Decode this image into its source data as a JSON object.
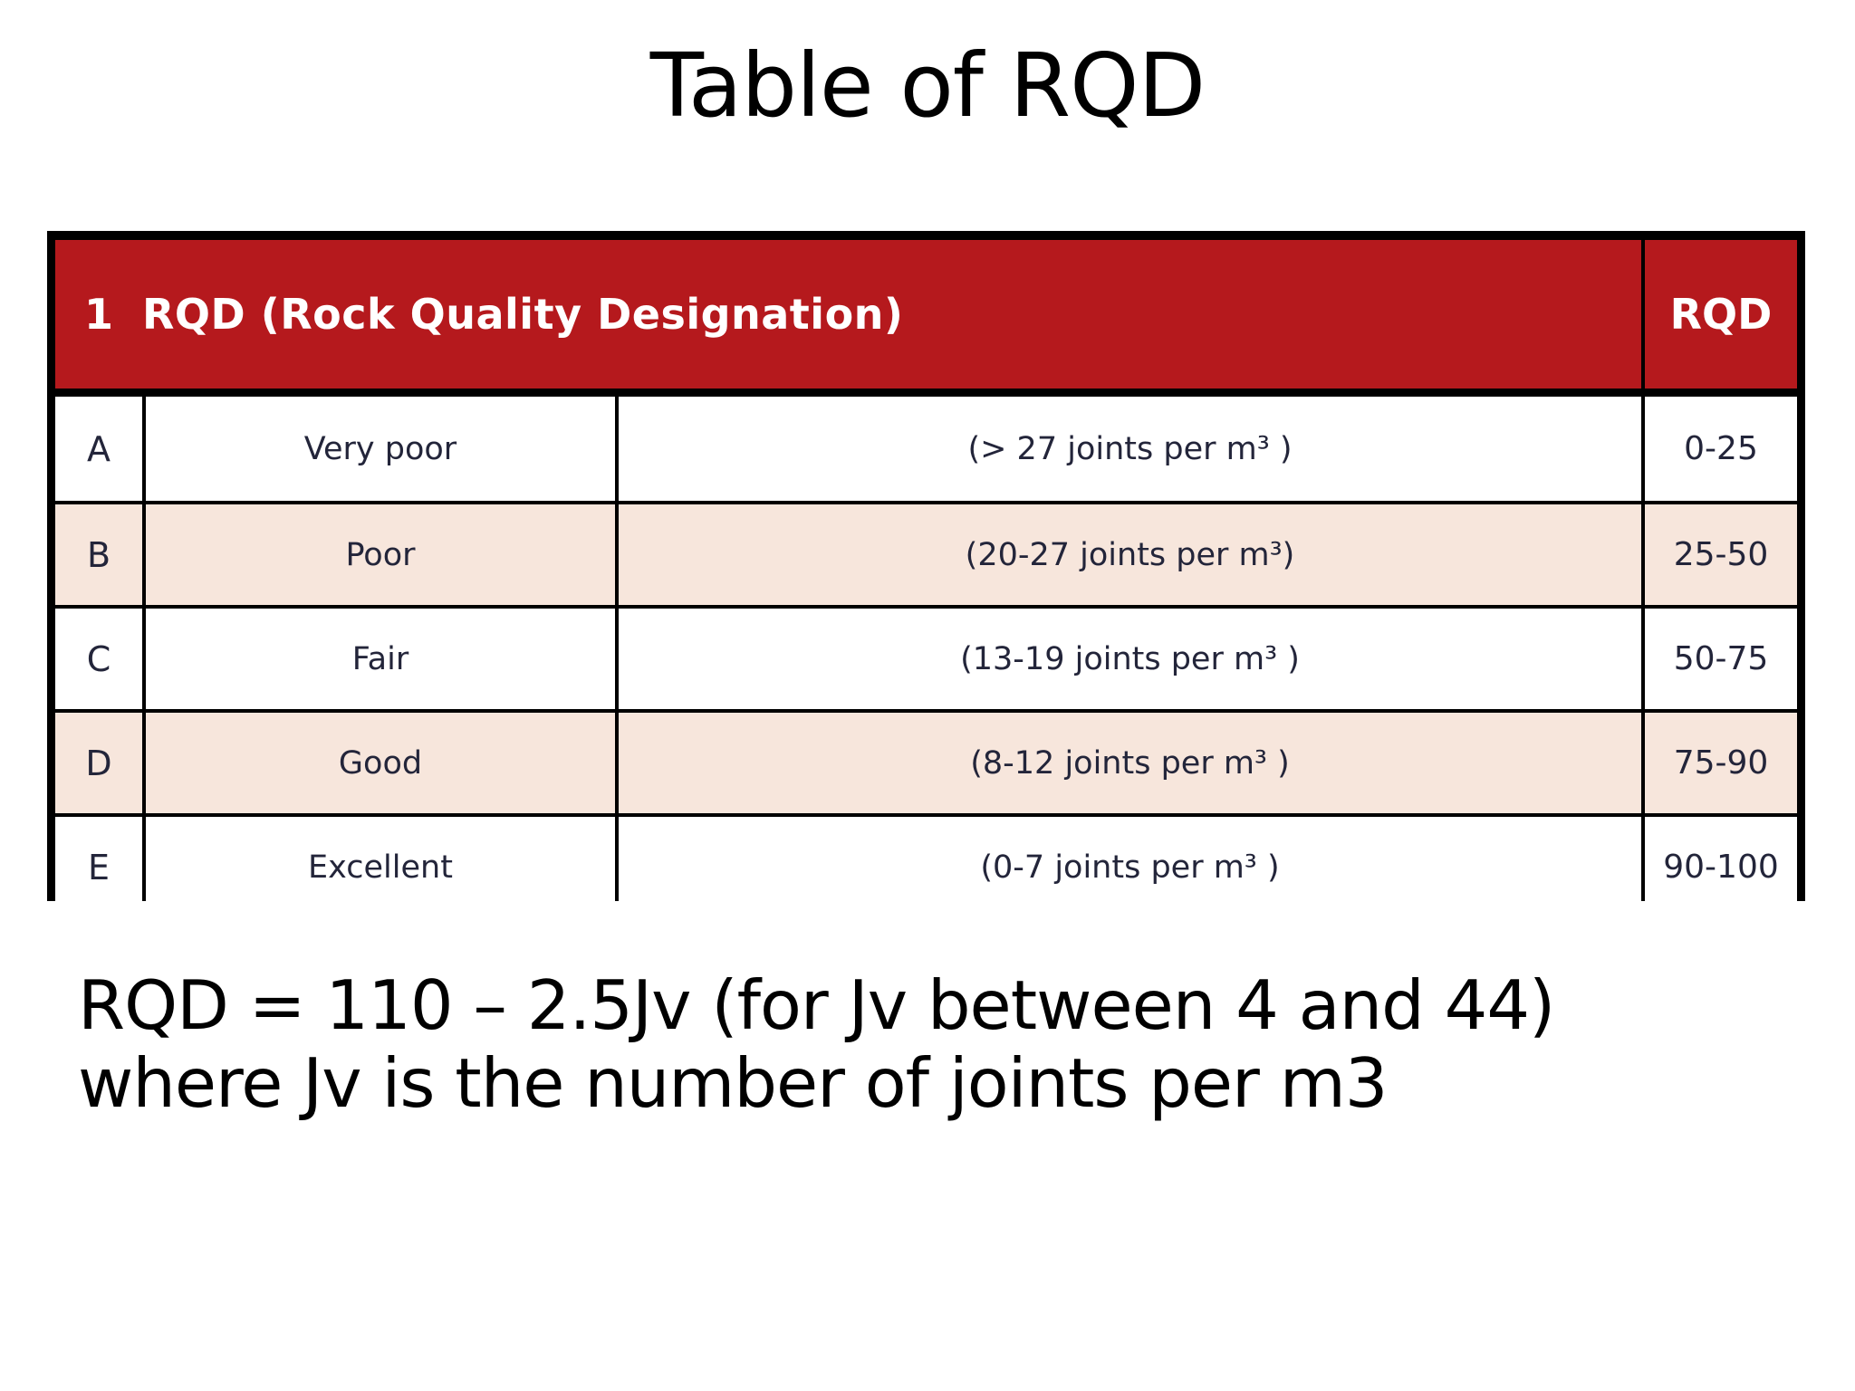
{
  "slide": {
    "title": "Table of RQD"
  },
  "colors": {
    "header_bg": "#b5191d",
    "header_text": "#ffffff",
    "row_alt_bg": "#f7e6dc",
    "table_text": "#23253a",
    "border": "#000000"
  },
  "table": {
    "header": {
      "index": "1",
      "title": "RQD (Rock Quality Designation)",
      "rqd_label": "RQD"
    },
    "rows": [
      {
        "letter": "A",
        "classification": "Very poor",
        "joints": "(> 27 joints per m³ )",
        "rqd": "0-25"
      },
      {
        "letter": "B",
        "classification": "Poor",
        "joints": "(20-27 joints per m³)",
        "rqd": "25-50"
      },
      {
        "letter": "C",
        "classification": "Fair",
        "joints": "(13-19 joints per m³ )",
        "rqd": "50-75"
      },
      {
        "letter": "D",
        "classification": "Good",
        "joints": "(8-12 joints per m³ )",
        "rqd": "75-90"
      },
      {
        "letter": "E",
        "classification": "Excellent",
        "joints": "(0-7 joints per m³ )",
        "rqd": "90-100"
      }
    ]
  },
  "footnote": {
    "line1": "RQD = 110 – 2.5Jv (for Jv between 4 and 44)",
    "line2": "where Jv is the number of joints per m3"
  }
}
